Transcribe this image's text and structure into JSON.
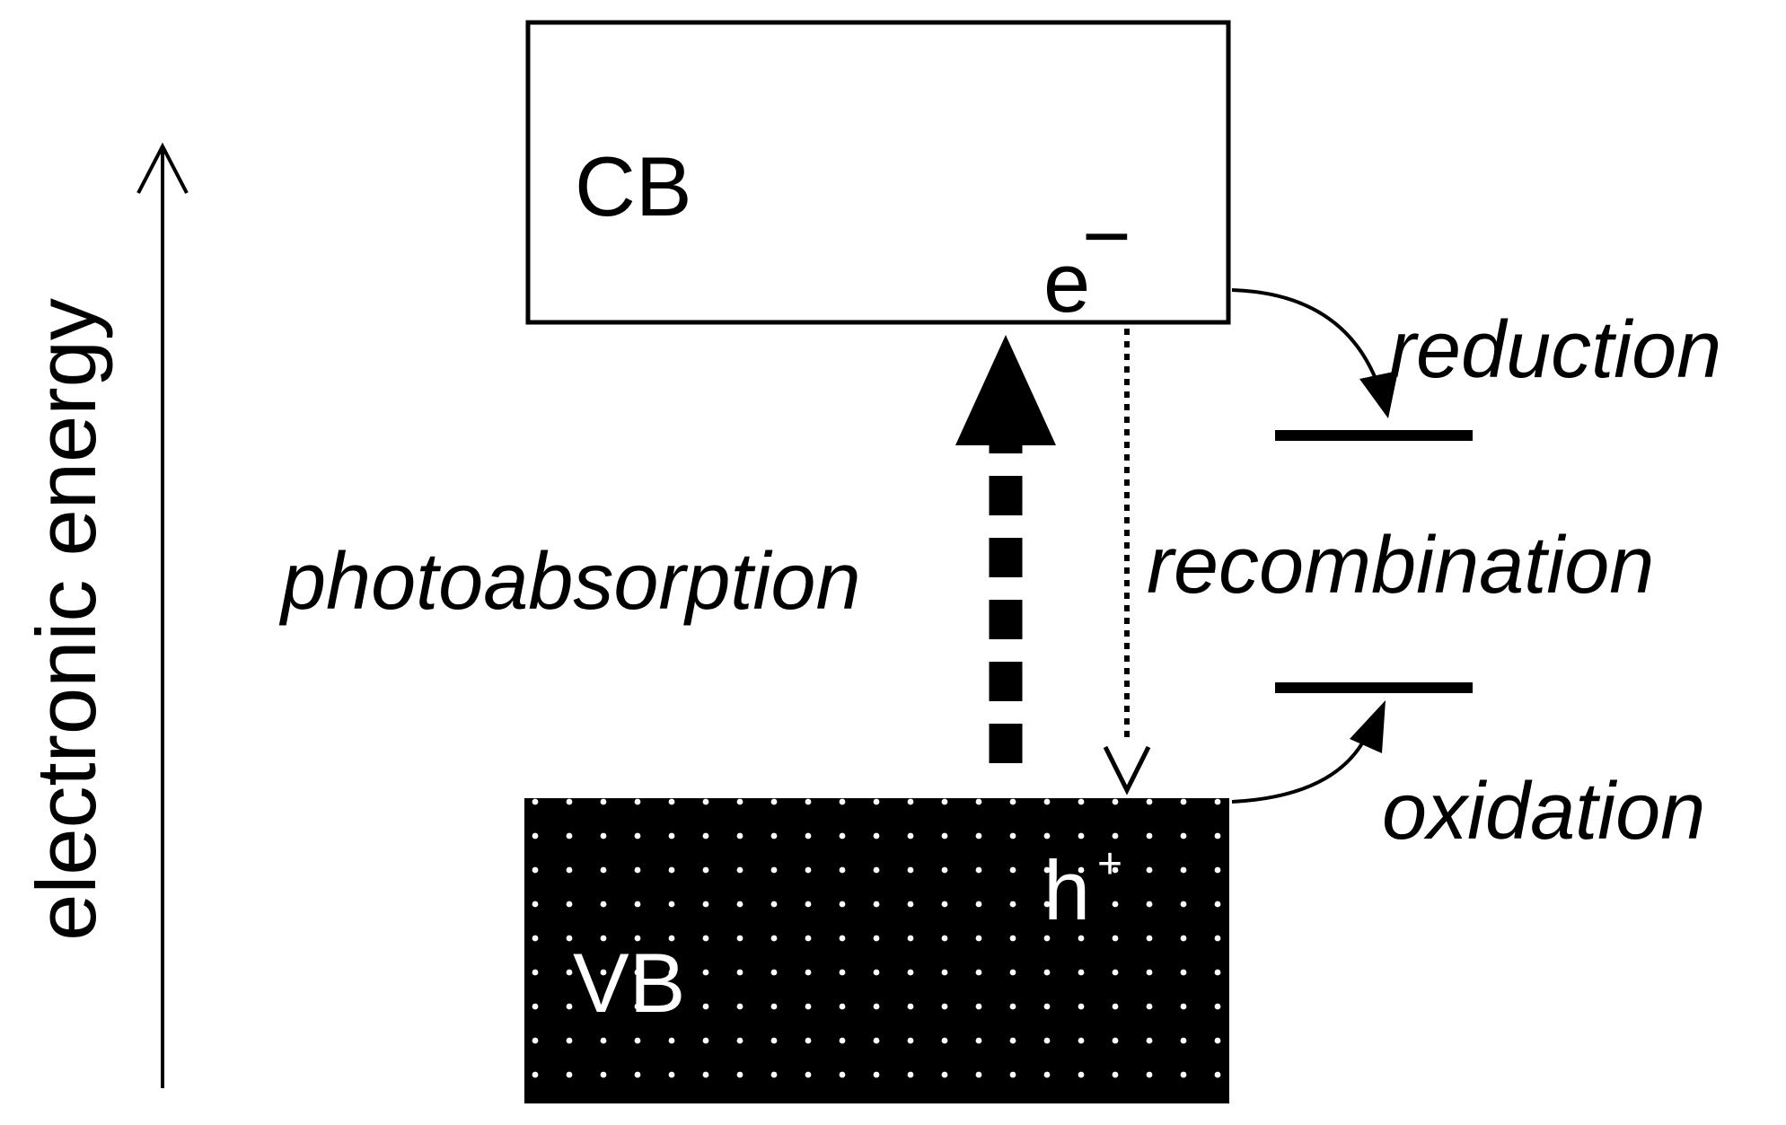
{
  "axis": {
    "label": "electronic energy"
  },
  "bands": {
    "conduction": {
      "label": "CB",
      "carrier": "e",
      "carrier_charge": "−"
    },
    "valence": {
      "label": "VB",
      "carrier": "h",
      "carrier_charge": "+"
    }
  },
  "processes": {
    "photoabsorption": "photoabsorption",
    "recombination": "recombination",
    "reduction": "reduction",
    "oxidation": "oxidation"
  },
  "colors": {
    "ink": "#000000",
    "background": "#ffffff",
    "valence_dots": "#ffffff"
  }
}
